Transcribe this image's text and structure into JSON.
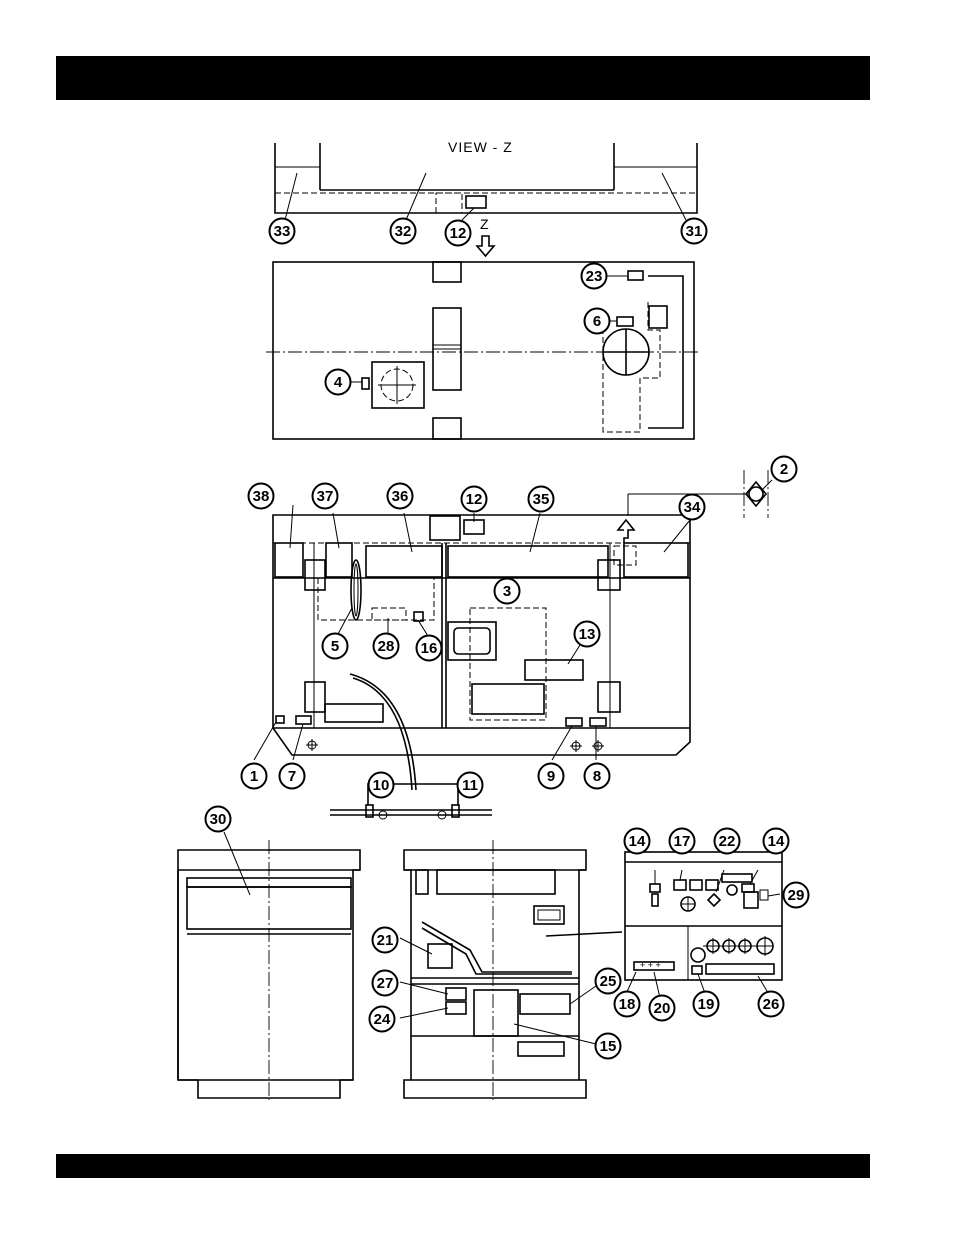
{
  "view_label": "VIEW - Z",
  "arrow_label": "Z",
  "callouts": [
    {
      "id": "c33",
      "label": "33"
    },
    {
      "id": "c32",
      "label": "32"
    },
    {
      "id": "c12a",
      "label": "12"
    },
    {
      "id": "c31",
      "label": "31"
    },
    {
      "id": "c23",
      "label": "23"
    },
    {
      "id": "c6",
      "label": "6"
    },
    {
      "id": "c4",
      "label": "4"
    },
    {
      "id": "c2",
      "label": "2"
    },
    {
      "id": "c38",
      "label": "38"
    },
    {
      "id": "c37",
      "label": "37"
    },
    {
      "id": "c36",
      "label": "36"
    },
    {
      "id": "c12b",
      "label": "12"
    },
    {
      "id": "c35",
      "label": "35"
    },
    {
      "id": "c34",
      "label": "34"
    },
    {
      "id": "c3",
      "label": "3"
    },
    {
      "id": "c13",
      "label": "13"
    },
    {
      "id": "c5",
      "label": "5"
    },
    {
      "id": "c28",
      "label": "28"
    },
    {
      "id": "c16",
      "label": "16"
    },
    {
      "id": "c1",
      "label": "1"
    },
    {
      "id": "c7",
      "label": "7"
    },
    {
      "id": "c9",
      "label": "9"
    },
    {
      "id": "c8",
      "label": "8"
    },
    {
      "id": "c10",
      "label": "10"
    },
    {
      "id": "c11",
      "label": "11"
    },
    {
      "id": "c30",
      "label": "30"
    },
    {
      "id": "c21",
      "label": "21"
    },
    {
      "id": "c27",
      "label": "27"
    },
    {
      "id": "c24",
      "label": "24"
    },
    {
      "id": "c25",
      "label": "25"
    },
    {
      "id": "c15",
      "label": "15"
    },
    {
      "id": "c14a",
      "label": "14"
    },
    {
      "id": "c17",
      "label": "17"
    },
    {
      "id": "c22",
      "label": "22"
    },
    {
      "id": "c14b",
      "label": "14"
    },
    {
      "id": "c29",
      "label": "29"
    },
    {
      "id": "c18",
      "label": "18"
    },
    {
      "id": "c20",
      "label": "20"
    },
    {
      "id": "c19",
      "label": "19"
    },
    {
      "id": "c26",
      "label": "26"
    }
  ]
}
